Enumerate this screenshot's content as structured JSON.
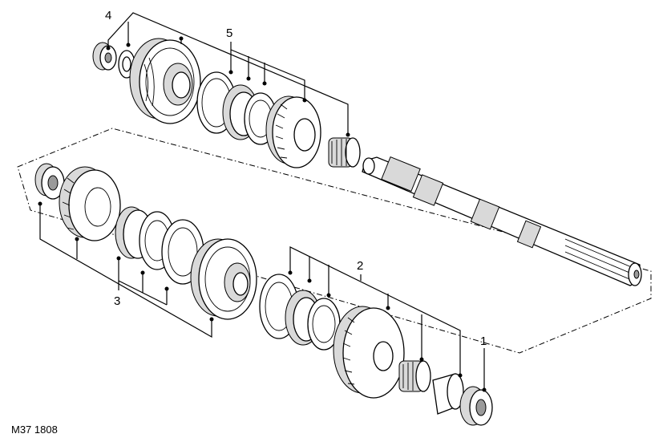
{
  "diagram": {
    "reference_code": "M37 1808",
    "callouts": [
      {
        "id": "callout-1",
        "label": "1"
      },
      {
        "id": "callout-2",
        "label": "2"
      },
      {
        "id": "callout-3",
        "label": "3"
      },
      {
        "id": "callout-4",
        "label": "4"
      },
      {
        "id": "callout-5",
        "label": "5"
      }
    ]
  }
}
